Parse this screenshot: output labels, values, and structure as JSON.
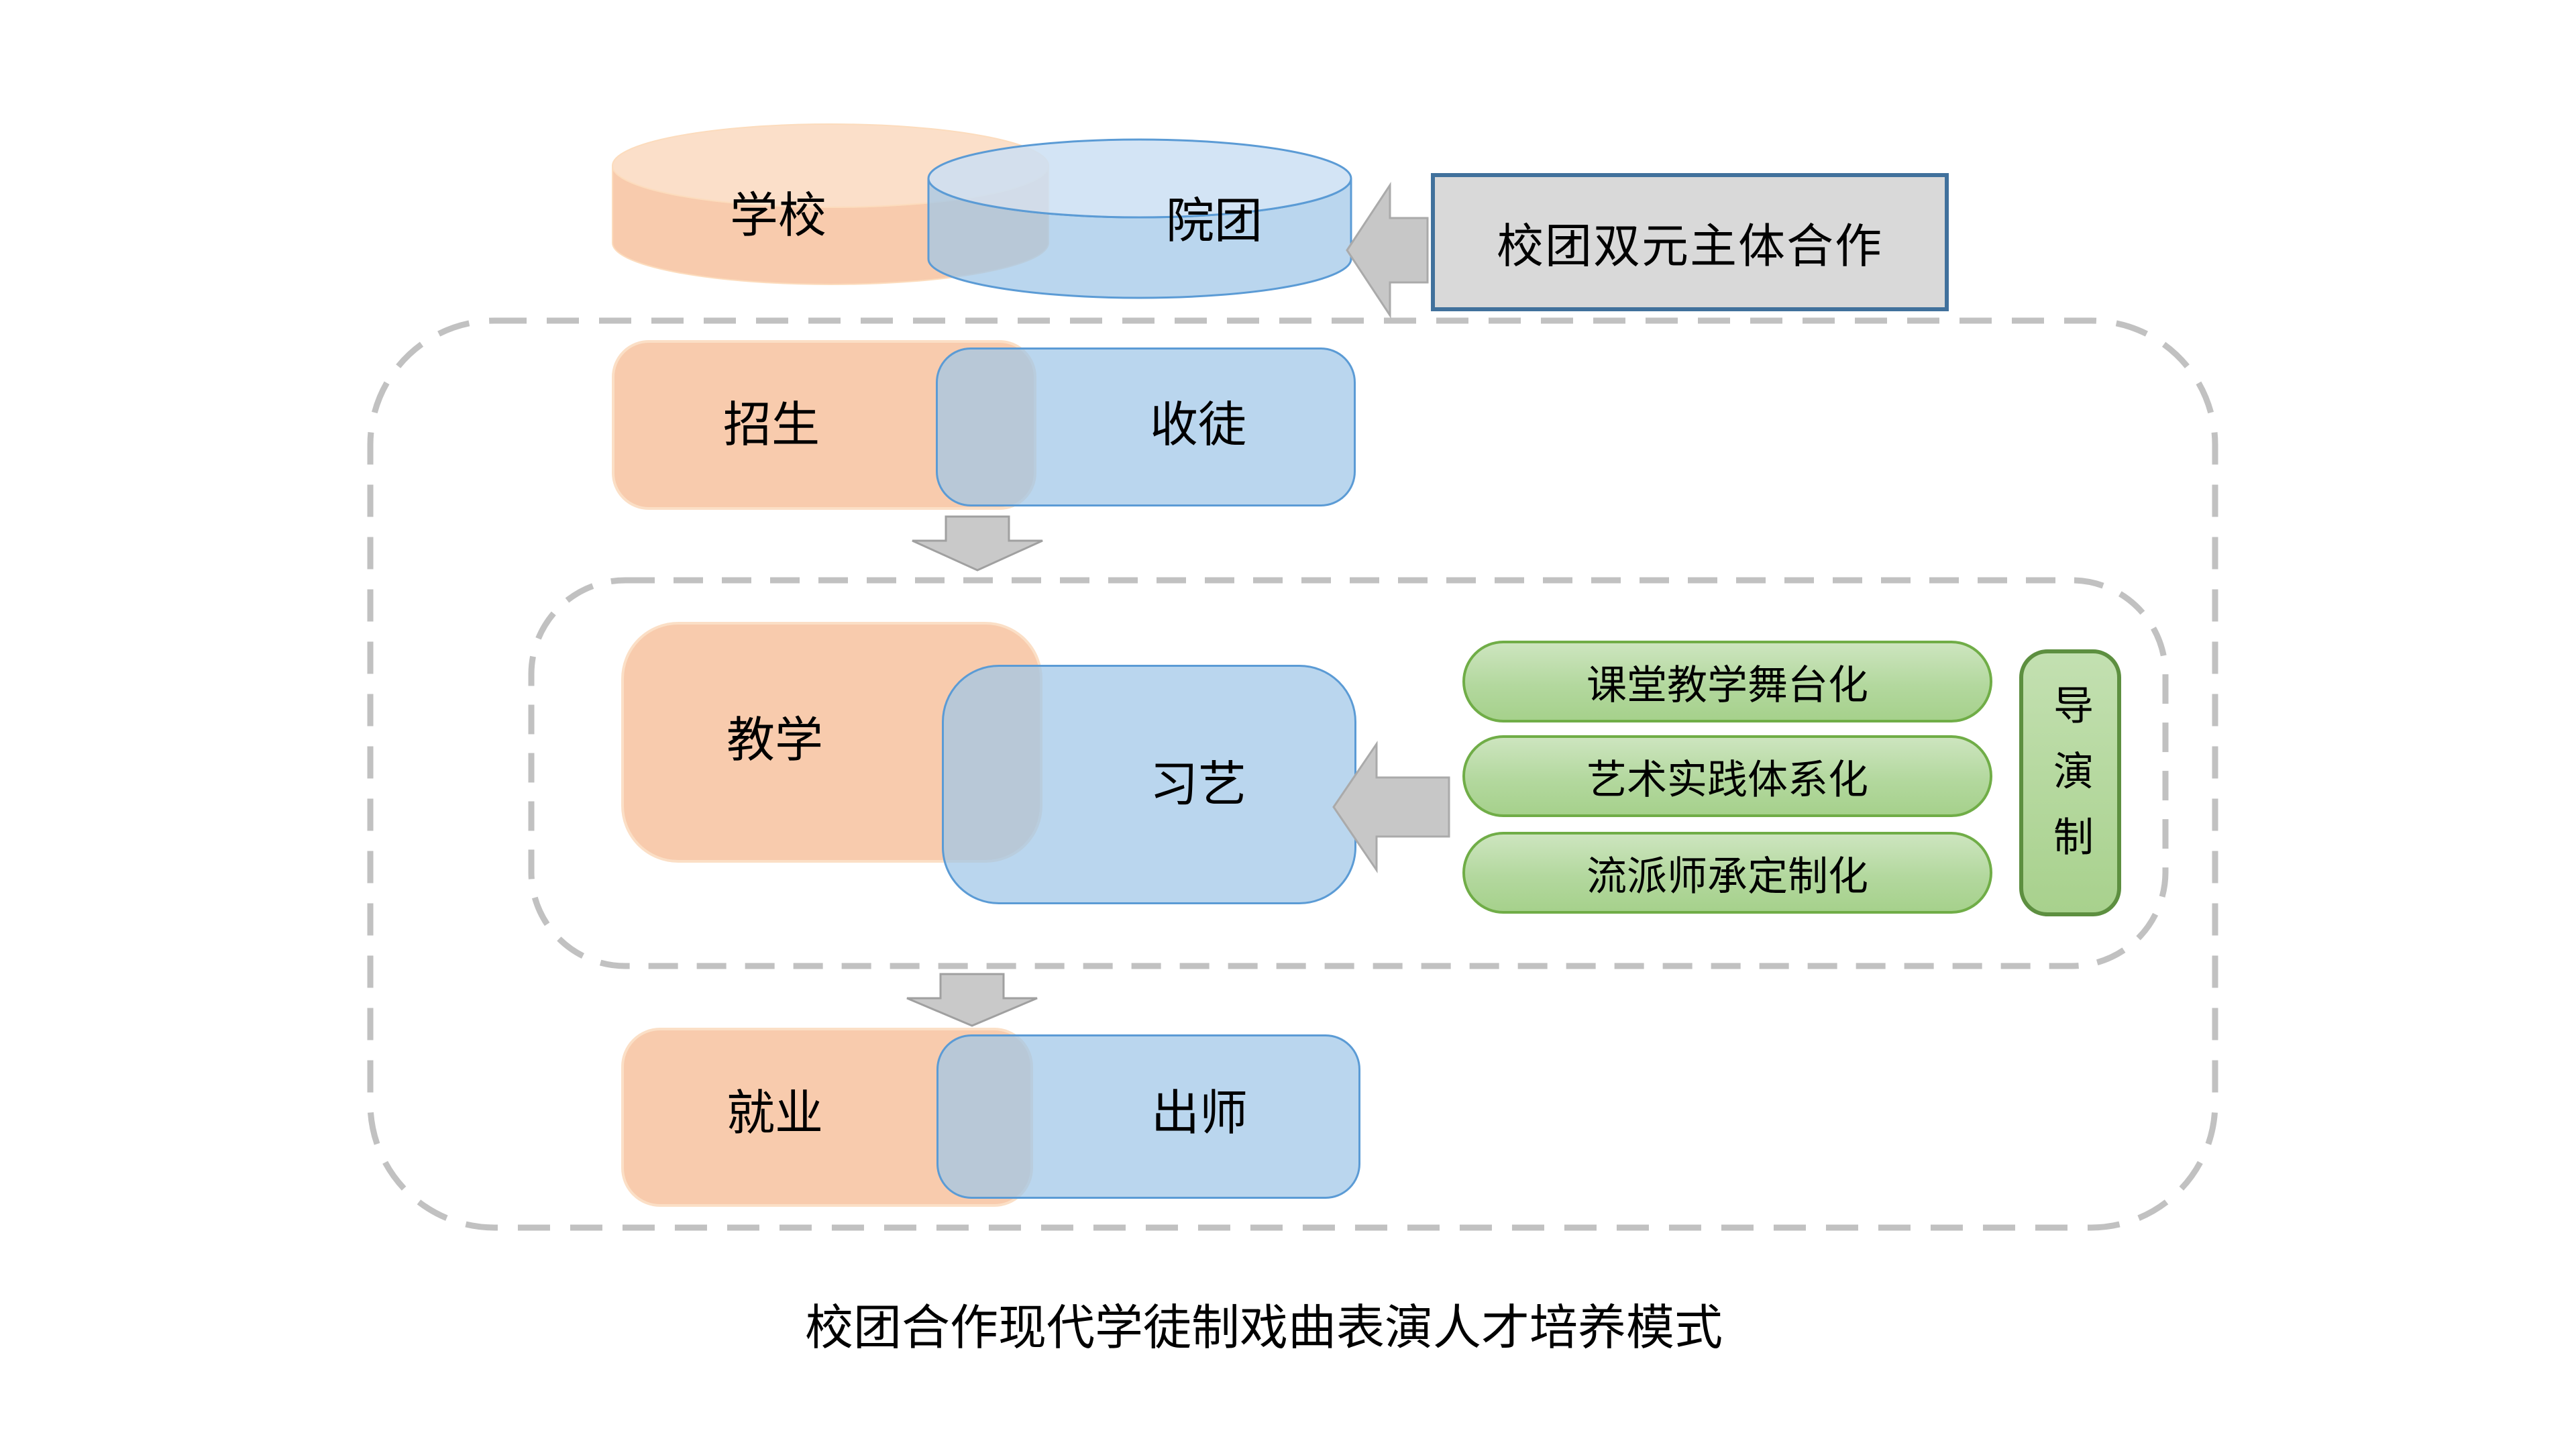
{
  "diagram": {
    "caption": "校团合作现代学徒制戏曲表演人才培养模式",
    "entities": {
      "school": "学校",
      "troupe": "院团"
    },
    "cooperation_label": "校团双元主体合作",
    "stages": [
      {
        "school": "招生",
        "troupe": "收徒"
      },
      {
        "school": "教学",
        "troupe": "习艺"
      },
      {
        "school": "就业",
        "troupe": "出师"
      }
    ],
    "teaching_measures": [
      "课堂教学舞台化",
      "艺术实践体系化",
      "流派师承定制化"
    ],
    "director_system_label": "导演制",
    "colors": {
      "school_orange": "#f8cbad",
      "troupe_blue": "#bdd7ee",
      "troupe_blue_border": "#5b9bd5",
      "measure_green": "#a6d18c",
      "measure_green_border": "#70ad47",
      "director_green_border": "#5d8f40",
      "cooperation_gray": "#d9d9d9",
      "cooperation_border": "#41719c",
      "arrow_gray": "#c7c7c7",
      "dashed_gray": "#c1c1c1"
    }
  }
}
